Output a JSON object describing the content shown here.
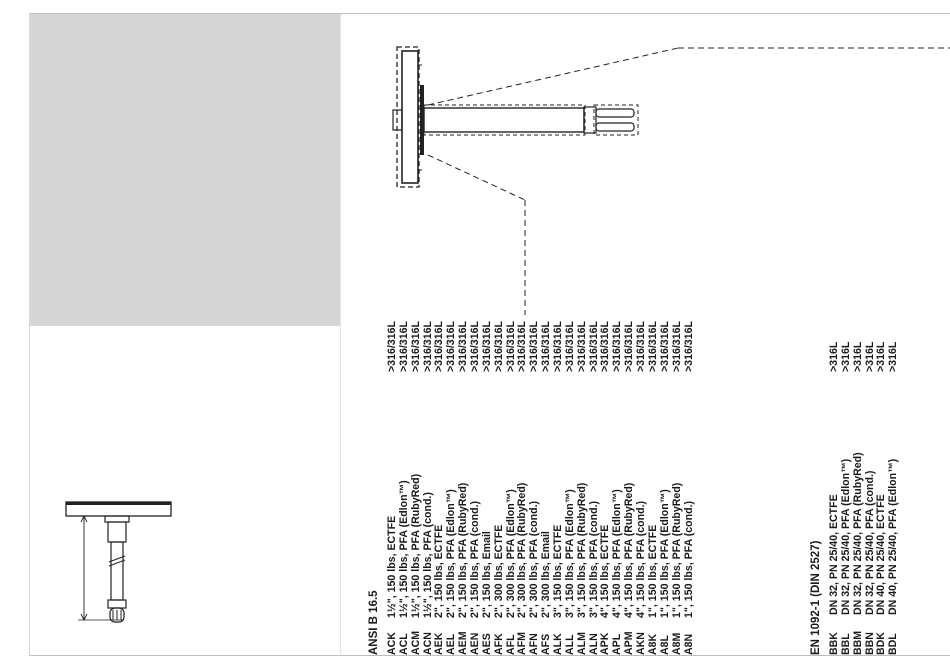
{
  "ansi": {
    "title": "ANSI B 16.5",
    "rows": [
      {
        "code": "ACK",
        "desc": "1½\", 150 lbs, ECTFE",
        "material": ">316/316L"
      },
      {
        "code": "ACL",
        "desc": "1½\", 150 lbs, PFA (Edlon™)",
        "material": ">316/316L"
      },
      {
        "code": "ACM",
        "desc": "1½\", 150 lbs, PFA (RubyRed)",
        "material": ">316/316L"
      },
      {
        "code": "ACN",
        "desc": "1½\", 150 lbs, PFA (cond.)",
        "material": ">316/316L"
      },
      {
        "code": "AEK",
        "desc": "2\", 150 lbs, ECTFE",
        "material": ">316/316L"
      },
      {
        "code": "AEL",
        "desc": "2\", 150 lbs, PFA (Edlon™)",
        "material": ">316/316L"
      },
      {
        "code": "AEM",
        "desc": "2\", 150 lbs, PFA (RubyRed)",
        "material": ">316/316L"
      },
      {
        "code": "AEN",
        "desc": "2\", 150 lbs, PFA (cond.)",
        "material": ">316/316L"
      },
      {
        "code": "AES",
        "desc": "2\", 150 lbs, Email",
        "material": ">316/316L"
      },
      {
        "code": "AFK",
        "desc": "2\", 300 lbs, ECTFE",
        "material": ">316/316L"
      },
      {
        "code": "AFL",
        "desc": "2\", 300 lbs, PFA (Edlon™)",
        "material": ">316/316L"
      },
      {
        "code": "AFM",
        "desc": "2\", 300 lbs, PFA (RubyRed)",
        "material": ">316/316L"
      },
      {
        "code": "AFN",
        "desc": "2\", 300 lbs, PFA (cond.)",
        "material": ">316/316L"
      },
      {
        "code": "AFS",
        "desc": "2\", 300 lbs, Email",
        "material": ">316/316L"
      },
      {
        "code": "ALK",
        "desc": "3\", 150 lbs, ECTFE",
        "material": ">316/316L"
      },
      {
        "code": "ALL",
        "desc": "3\", 150 lbs, PFA (Edlon™)",
        "material": ">316/316L"
      },
      {
        "code": "ALM",
        "desc": "3\", 150 lbs, PFA (RubyRed)",
        "material": ">316/316L"
      },
      {
        "code": "ALN",
        "desc": "3\", 150 lbs, PFA (cond.)",
        "material": ">316/316L"
      },
      {
        "code": "APK",
        "desc": "4\", 150 lbs, ECTFE",
        "material": ">316/316L"
      },
      {
        "code": "APL",
        "desc": "4\", 150 lbs, PFA (Edlon™)",
        "material": ">316/316L"
      },
      {
        "code": "APM",
        "desc": "4\", 150 lbs, PFA (RubyRed)",
        "material": ">316/316L"
      },
      {
        "code": "AKN",
        "desc": "4\", 150 lbs, PFA (cond.)",
        "material": ">316/316L"
      },
      {
        "code": "A8K",
        "desc": "1\", 150 lbs, ECTFE",
        "material": ">316/316L"
      },
      {
        "code": "A8L",
        "desc": "1\", 150 lbs, PFA (Edlon™)",
        "material": ">316/316L"
      },
      {
        "code": "A8M",
        "desc": "1\", 150 lbs, PFA (RubyRed)",
        "material": ">316/316L"
      },
      {
        "code": "A8N",
        "desc": "1\", 150 lbs, PFA (cond.)",
        "material": ">316/316L"
      }
    ]
  },
  "en": {
    "title": "EN 1092-1 (DIN 2527)",
    "rows": [
      {
        "code": "BBK",
        "desc": "DN 32,   PN 25/40, ECTFE",
        "material": ">316L"
      },
      {
        "code": "BBL",
        "desc": "DN 32,   PN 25/40, PFA (Edlon™)",
        "material": ">316L"
      },
      {
        "code": "BBM",
        "desc": "DN 32,   PN 25/40, PFA (RubyRed)",
        "material": ">316L"
      },
      {
        "code": "BBN",
        "desc": "DN 32,   PN 25/40, PFA (cond.)",
        "material": ">316L"
      },
      {
        "code": "BDK",
        "desc": "DN 40,   PN 25/40, ECTFE",
        "material": ">316L"
      },
      {
        "code": "BDL",
        "desc": "DN 40,   PN 25/40, PFA (Edlon™)",
        "material": ">316L"
      }
    ]
  }
}
